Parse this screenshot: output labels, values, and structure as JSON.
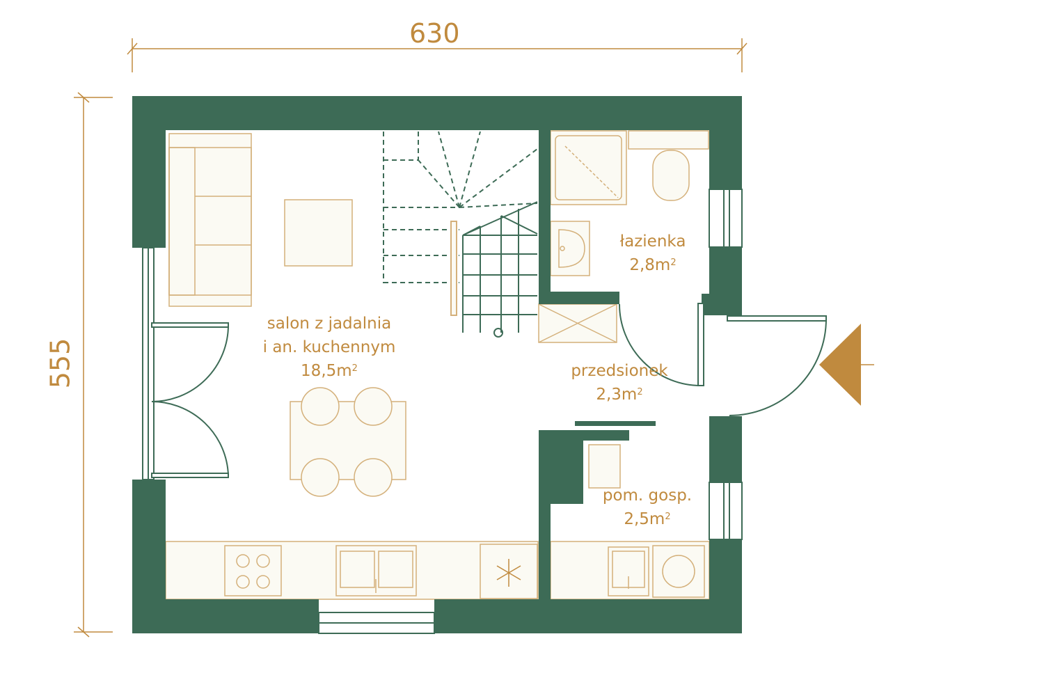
{
  "colors": {
    "wall": "#3d6b56",
    "accent": "#c08a3e",
    "furniture_fill": "#fbfaf3",
    "furniture_stroke": "#d4b07a"
  },
  "dimensions": {
    "width": "630",
    "height": "555"
  },
  "rooms": [
    {
      "id": "salon",
      "lines": [
        "salon z jadalnia",
        "i an. kuchennym"
      ],
      "area": "18,5m",
      "unit_exp": "2"
    },
    {
      "id": "lazienka",
      "lines": [
        "łazienka"
      ],
      "area": "2,8m",
      "unit_exp": "2"
    },
    {
      "id": "przedsionek",
      "lines": [
        "przedsionek"
      ],
      "area": "2,3m",
      "unit_exp": "2"
    },
    {
      "id": "pom_gosp",
      "lines": [
        "pom. gosp."
      ],
      "area": "2,5m",
      "unit_exp": "2"
    }
  ],
  "icons": {
    "entrance": "entrance-arrow-icon",
    "freezer": "snowflake-icon"
  }
}
